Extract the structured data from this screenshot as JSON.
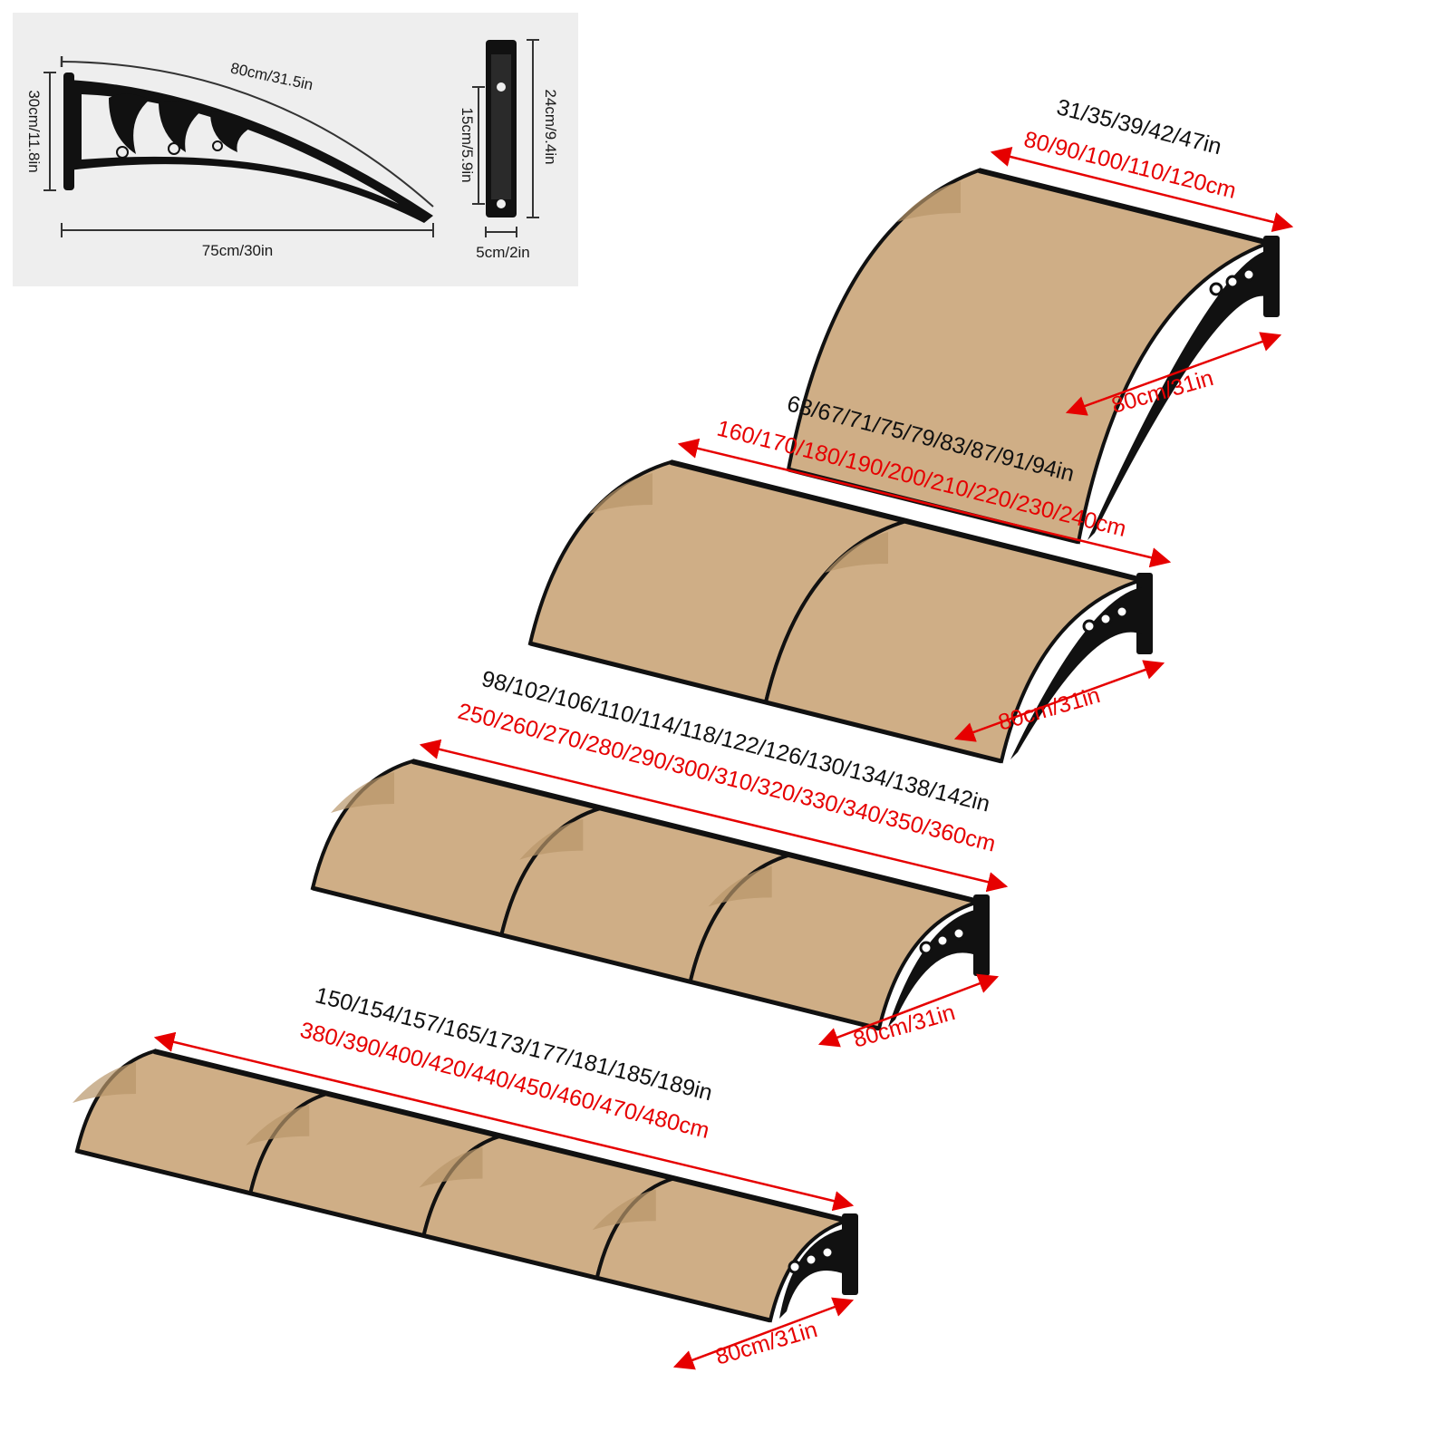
{
  "colors": {
    "panel": "#cfae86",
    "panel_dark": "#b8956a",
    "frame": "#111111",
    "dimension_red": "#e60000",
    "dimension_black": "#111111",
    "inset_background": "#eeeeee"
  },
  "inset": {
    "bracket_arc_length": "80cm/31.5in",
    "bracket_height": "30cm/11.8in",
    "bracket_depth": "75cm/30in",
    "plate_height_total": "24cm/9.4in",
    "plate_hole_spacing": "15cm/5.9in",
    "plate_width": "5cm/2in"
  },
  "awnings": [
    {
      "panels": 1,
      "length_in": "31/35/39/42/47in",
      "length_cm": "80/90/100/110/120cm",
      "depth": "80cm/31in"
    },
    {
      "panels": 2,
      "length_in": "63/67/71/75/79/83/87/91/94in",
      "length_cm": "160/170/180/190/200/210/220/230/240cm",
      "depth": "80cm/31in"
    },
    {
      "panels": 3,
      "length_in": "98/102/106/110/114/118/122/126/130/134/138/142in",
      "length_cm": "250/260/270/280/290/300/310/320/330/340/350/360cm",
      "depth": "80cm/31in"
    },
    {
      "panels": 4,
      "length_in": "150/154/157/165/173/177/181/185/189in",
      "length_cm": "380/390/400/420/440/450/460/470/480cm",
      "depth": "80cm/31in"
    }
  ]
}
